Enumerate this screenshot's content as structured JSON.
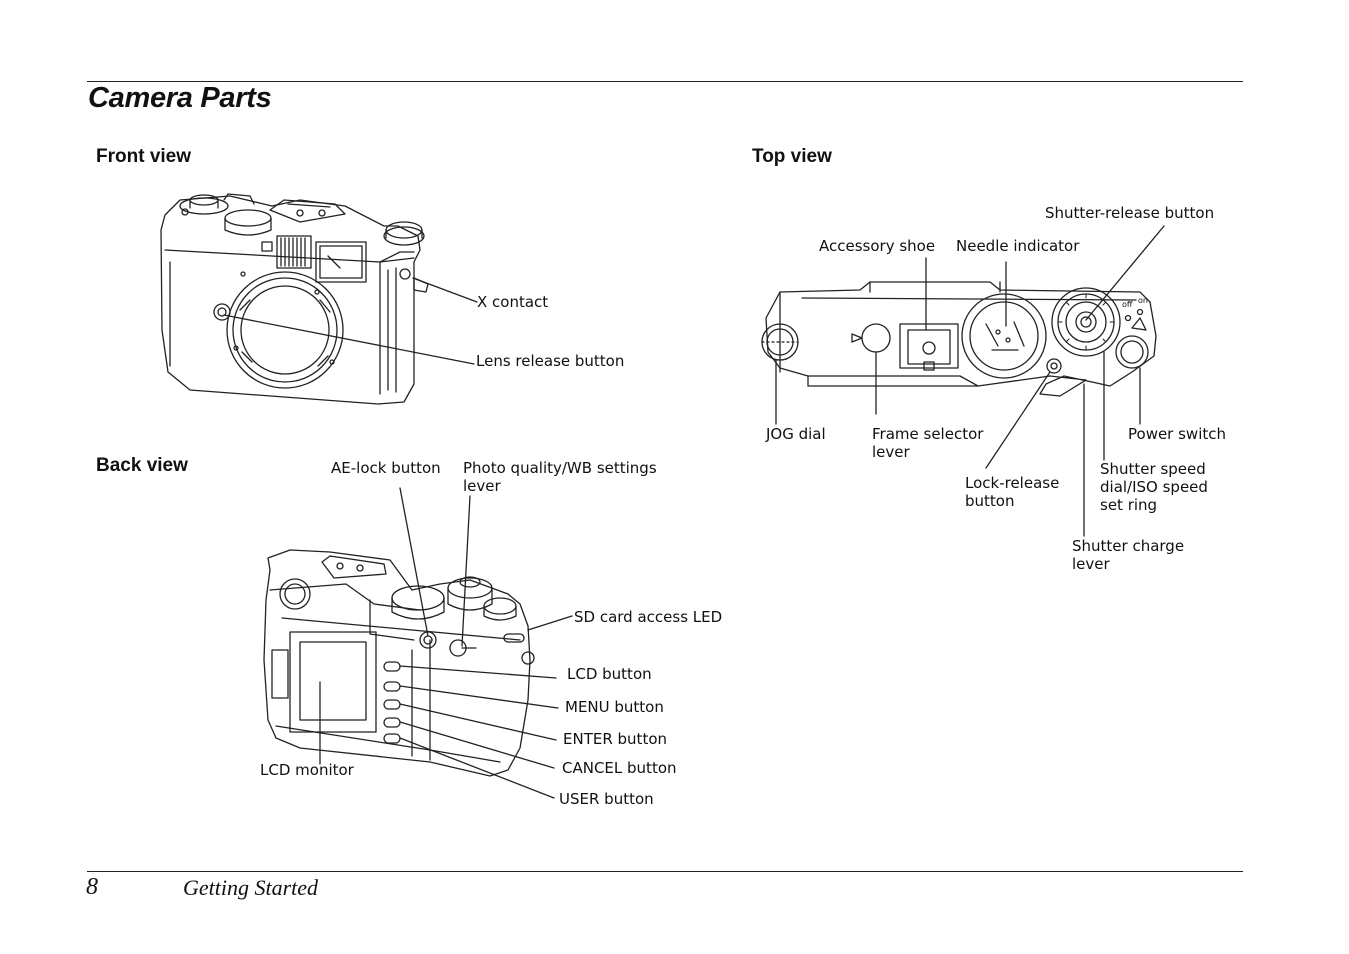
{
  "page": {
    "title": "Camera Parts",
    "page_number": "8",
    "section_footer": "Getting Started"
  },
  "front_view": {
    "heading": "Front view",
    "labels": {
      "x_contact": "X contact",
      "lens_release_button": "Lens release button"
    }
  },
  "back_view": {
    "heading": "Back view",
    "labels": {
      "ae_lock_button": "AE-lock button",
      "photo_quality_line1": "Photo quality/WB settings",
      "photo_quality_line2": "lever",
      "sd_card_access_led": "SD card access LED",
      "lcd_button": "LCD button",
      "menu_button": "MENU button",
      "enter_button": "ENTER button",
      "cancel_button": "CANCEL button",
      "user_button": "USER button",
      "lcd_monitor": "LCD monitor"
    }
  },
  "top_view": {
    "heading": "Top view",
    "labels": {
      "shutter_release_button": "Shutter-release button",
      "accessory_shoe": "Accessory shoe",
      "needle_indicator": "Needle indicator",
      "jog_dial": "JOG dial",
      "frame_selector_line1": "Frame selector",
      "frame_selector_line2": "lever",
      "power_switch": "Power switch",
      "lock_release_line1": "Lock-release",
      "lock_release_line2": "button",
      "shutter_speed_line1": "Shutter speed",
      "shutter_speed_line2": "dial/ISO speed",
      "shutter_speed_line3": "set ring",
      "shutter_charge_line1": "Shutter charge",
      "shutter_charge_line2": "lever"
    },
    "dial_marks": {
      "off": "off",
      "on": "on"
    }
  }
}
